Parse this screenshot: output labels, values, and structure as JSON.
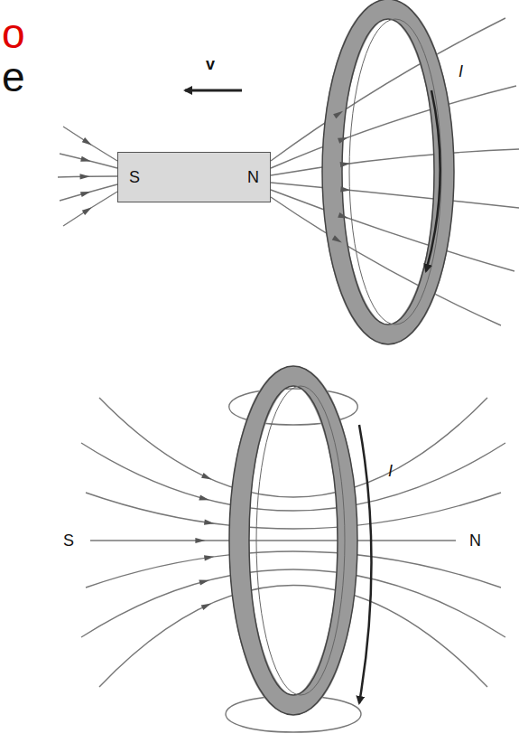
{
  "diagram": {
    "nodes": [
      {
        "text": [
          "S",
          "N"
        ]
      }
    ],
    "labels": [
      "o",
      "e",
      "v",
      "I",
      "S",
      "N",
      "I"
    ]
  }
}
